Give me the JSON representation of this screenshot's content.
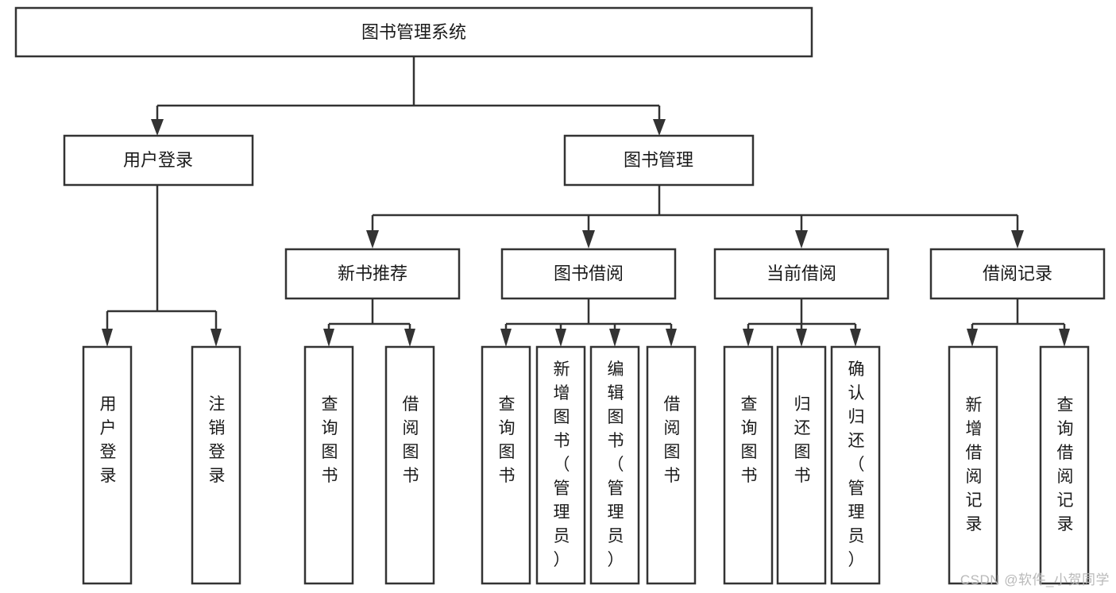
{
  "diagram": {
    "title": "图书管理系统",
    "type": "tree",
    "watermark": "CSDN @软件_小贺同学",
    "colors": {
      "box_stroke": "#333333",
      "box_fill": "#ffffff",
      "text": "#1a1a1a",
      "connector": "#333333",
      "watermark": "#b9b9b9",
      "background": "#ffffff"
    },
    "levels": {
      "root": "图书管理系统",
      "level2": [
        "用户登录",
        "图书管理"
      ],
      "level3": [
        "新书推荐",
        "图书借阅",
        "当前借阅",
        "借阅记录"
      ]
    },
    "nodes": {
      "root": {
        "label": "图书管理系统",
        "orientation": "horizontal"
      },
      "n_user_login": {
        "label": "用户登录",
        "orientation": "horizontal"
      },
      "n_book_mgmt": {
        "label": "图书管理",
        "orientation": "horizontal"
      },
      "n_new_book": {
        "label": "新书推荐",
        "orientation": "horizontal"
      },
      "n_borrow": {
        "label": "图书借阅",
        "orientation": "horizontal"
      },
      "n_current": {
        "label": "当前借阅",
        "orientation": "horizontal"
      },
      "n_record": {
        "label": "借阅记录",
        "orientation": "horizontal"
      },
      "l_user_login": {
        "label": "用户登录",
        "orientation": "vertical"
      },
      "l_logout": {
        "label": "注销登录",
        "orientation": "vertical"
      },
      "l_query_book_1": {
        "label": "查询图书",
        "orientation": "vertical"
      },
      "l_borrow_book_1": {
        "label": "借阅图书",
        "orientation": "vertical"
      },
      "l_query_book_2": {
        "label": "查询图书",
        "orientation": "vertical"
      },
      "l_add_book": {
        "label": "新增图书（管理员）",
        "orientation": "vertical"
      },
      "l_edit_book": {
        "label": "编辑图书（管理员）",
        "orientation": "vertical"
      },
      "l_borrow_book_2": {
        "label": "借阅图书",
        "orientation": "vertical"
      },
      "l_query_book_3": {
        "label": "查询图书",
        "orientation": "vertical"
      },
      "l_return_book": {
        "label": "归还图书",
        "orientation": "vertical"
      },
      "l_confirm_return": {
        "label": "确认归还（管理员）",
        "orientation": "vertical"
      },
      "l_add_record": {
        "label": "新增借阅记录",
        "orientation": "vertical"
      },
      "l_query_record": {
        "label": "查询借阅记录",
        "orientation": "vertical"
      }
    },
    "edges": [
      {
        "from": "root",
        "to": "n_user_login"
      },
      {
        "from": "root",
        "to": "n_book_mgmt"
      },
      {
        "from": "n_user_login",
        "to": "l_user_login"
      },
      {
        "from": "n_user_login",
        "to": "l_logout"
      },
      {
        "from": "n_book_mgmt",
        "to": "n_new_book"
      },
      {
        "from": "n_book_mgmt",
        "to": "n_borrow"
      },
      {
        "from": "n_book_mgmt",
        "to": "n_current"
      },
      {
        "from": "n_book_mgmt",
        "to": "n_record"
      },
      {
        "from": "n_new_book",
        "to": "l_query_book_1"
      },
      {
        "from": "n_new_book",
        "to": "l_borrow_book_1"
      },
      {
        "from": "n_borrow",
        "to": "l_query_book_2"
      },
      {
        "from": "n_borrow",
        "to": "l_add_book"
      },
      {
        "from": "n_borrow",
        "to": "l_edit_book"
      },
      {
        "from": "n_borrow",
        "to": "l_borrow_book_2"
      },
      {
        "from": "n_current",
        "to": "l_query_book_3"
      },
      {
        "from": "n_current",
        "to": "l_return_book"
      },
      {
        "from": "n_current",
        "to": "l_confirm_return"
      },
      {
        "from": "n_record",
        "to": "l_add_record"
      },
      {
        "from": "n_record",
        "to": "l_query_record"
      }
    ]
  }
}
